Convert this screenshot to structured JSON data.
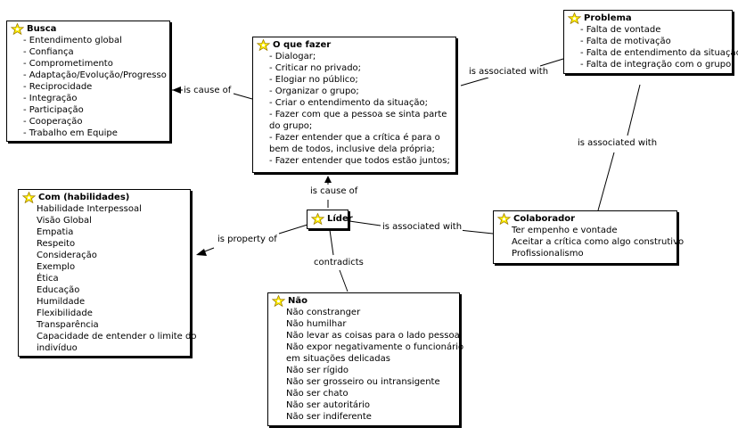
{
  "nodes": {
    "busca": {
      "title": "Busca",
      "items": [
        "- Entendimento global",
        "- Confiança",
        "- Comprometimento",
        "- Adaptação/Evolução/Progresso",
        "- Reciprocidade",
        "- Integração",
        "- Participação",
        "- Cooperação",
        "- Trabalho em Equipe"
      ]
    },
    "o_que_fazer": {
      "title": "O que fazer",
      "items": [
        "- Dialogar;",
        "- Criticar no privado;",
        "- Elogiar no público;",
        "- Organizar o grupo;",
        "- Criar o entendimento da situação;",
        "- Fazer com que a pessoa se sinta parte",
        "do grupo;",
        "- Fazer entender que a crítica é para o",
        "bem de todos, inclusive dela própria;",
        "- Fazer entender que todos estão juntos;"
      ]
    },
    "problema": {
      "title": "Problema",
      "items": [
        "- Falta de vontade",
        "- Falta de motivação",
        "- Falta de entendimento da situação",
        "- Falta de integração com o grupo"
      ]
    },
    "com_habilidades": {
      "title": "Com (habilidades)",
      "items": [
        "Habilidade Interpessoal",
        "Visão Global",
        "Empatia",
        "Respeito",
        "Consideração",
        "Exemplo",
        "Ética",
        "Educação",
        "Humildade",
        "Flexibilidade",
        "Transparência",
        "Capacidade de entender o limite do",
        "indivíduo"
      ]
    },
    "lider": {
      "title": "Líder",
      "items": []
    },
    "colaborador": {
      "title": "Colaborador",
      "items": [
        "Ter empenho e vontade",
        "Aceitar a crítica como algo construtivo",
        "Profissionalismo"
      ]
    },
    "nao": {
      "title": "Não",
      "items": [
        "Não constranger",
        "Não humilhar",
        "Não levar as coisas para o lado pessoal",
        "Não expor negativamente o funcionário",
        "em situações delicadas",
        "Não ser rígido",
        "Não ser grosseiro ou intransigente",
        "Não ser chato",
        "Não ser autoritário",
        "Não ser indiferente"
      ]
    }
  },
  "links": {
    "oqf_busca": "is cause of",
    "oqf_problema": "is associated with",
    "problema_colaborador": "is associated with",
    "lider_oqf": "is cause of",
    "lider_com": "is property of",
    "lider_colaborador": "is associated with",
    "lider_nao": "contradicts"
  },
  "icons": {
    "node_icon": "yellow-star-icon"
  }
}
